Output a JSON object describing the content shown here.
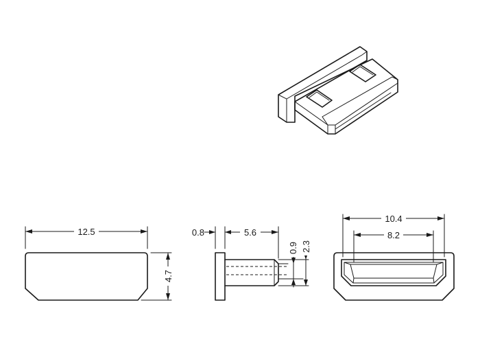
{
  "dimensions": {
    "front_width": "12.5",
    "front_height": "4.7",
    "side_flange": "0.8",
    "side_length": "5.6",
    "side_small": "0.9",
    "side_height": "2.3",
    "rear_outer_width": "10.4",
    "rear_inner_width": "8.2"
  }
}
